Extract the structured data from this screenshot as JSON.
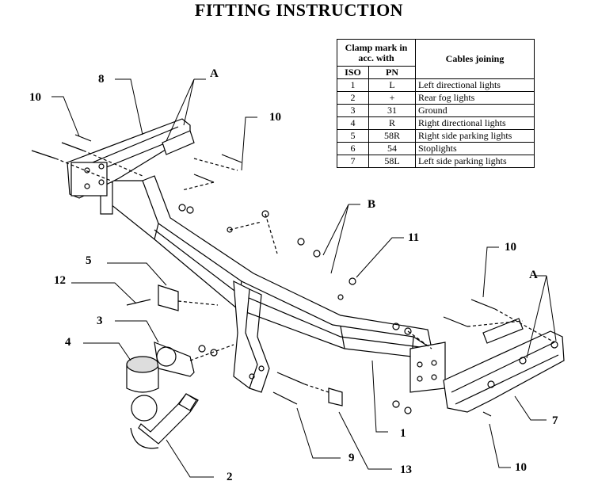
{
  "title": "FITTING INSTRUCTION",
  "table": {
    "header_clamp": "Clamp mark in acc. with",
    "header_iso": "ISO",
    "header_pn": "PN",
    "header_cables": "Cables joining",
    "rows": [
      {
        "iso": "1",
        "pn": "L",
        "desc": "Left directional lights"
      },
      {
        "iso": "2",
        "pn": "+",
        "desc": "Rear fog lights"
      },
      {
        "iso": "3",
        "pn": "31",
        "desc": "Ground"
      },
      {
        "iso": "4",
        "pn": "R",
        "desc": "Right directional lights"
      },
      {
        "iso": "5",
        "pn": "58R",
        "desc": "Right side parking lights"
      },
      {
        "iso": "6",
        "pn": "54",
        "desc": "Stoplights"
      },
      {
        "iso": "7",
        "pn": "58L",
        "desc": "Left side parking lights"
      }
    ]
  },
  "labels": {
    "l8": "8",
    "lA1": "A",
    "l10a": "10",
    "l10b": "10",
    "lB": "B",
    "l11": "11",
    "l10c": "10",
    "lA2": "A",
    "l5": "5",
    "l12": "12",
    "l3": "3",
    "l4": "4",
    "l1": "1",
    "l7": "7",
    "l9": "9",
    "l13": "13",
    "l2": "2",
    "l10d": "10"
  }
}
